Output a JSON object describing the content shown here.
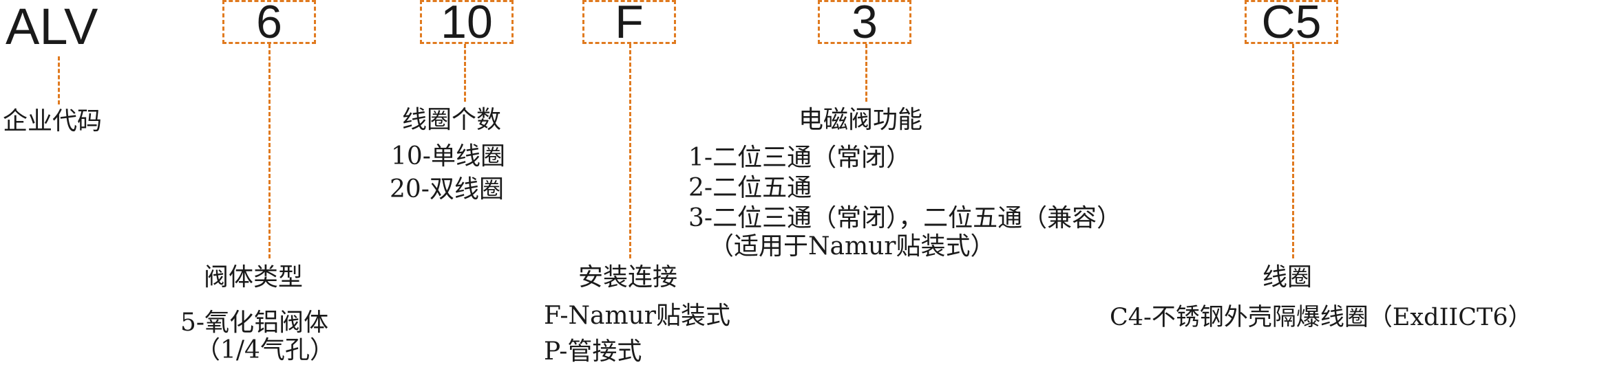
{
  "accent_color": "#e07a1f",
  "segments": {
    "alv": {
      "code": "ALV",
      "label": "企业代码"
    },
    "valve_type": {
      "code": "6",
      "label": "阀体类型",
      "desc": [
        "5-氧化铝阀体",
        "（1/4气孔）"
      ]
    },
    "coil_count": {
      "code": "10",
      "label": "线圈个数",
      "desc": [
        "10-单线圈",
        "20-双线圈"
      ]
    },
    "mounting": {
      "code": "F",
      "label": "安装连接",
      "desc": [
        "F-Namur贴装式",
        "P-管接式"
      ]
    },
    "function": {
      "code": "3",
      "label": "电磁阀功能",
      "desc": [
        "1-二位三通（常闭）",
        "2-二位五通",
        "3-二位三通（常闭），二位五通（兼容）",
        "（适用于Namur贴装式）"
      ]
    },
    "coil": {
      "code": "C5",
      "label": "线圈",
      "desc": [
        "C4-不锈钢外壳隔爆线圈（ExdIICT6）"
      ]
    }
  }
}
